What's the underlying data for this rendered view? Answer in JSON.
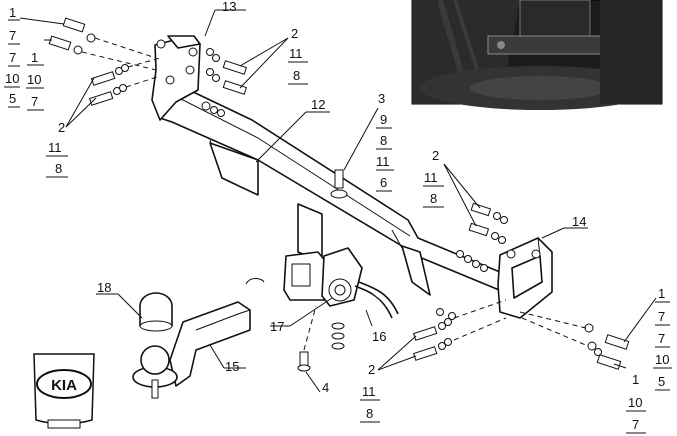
{
  "callouts": {
    "top_left_bolt_stack": [
      "1",
      "7",
      "7",
      "10",
      "5"
    ],
    "top_left_inner_stack": [
      "1",
      "10",
      "7"
    ],
    "left_group": [
      "2",
      "11",
      "8"
    ],
    "bracket_top": "13",
    "top_right_group": [
      "2",
      "11",
      "8"
    ],
    "beam": "12",
    "center_bolt_stack": [
      "3",
      "9",
      "8",
      "11",
      "6"
    ],
    "right_group": [
      "2",
      "11",
      "8"
    ],
    "bracket_right": "14",
    "right_bolt_stack": [
      "1",
      "7",
      "7",
      "10",
      "5"
    ],
    "right_bolt_inner_stack": [
      "1",
      "10",
      "7"
    ],
    "bottom_group": [
      "2",
      "11",
      "8"
    ],
    "ball_mount": "15",
    "socket_plate": "17",
    "wiring": "16",
    "ball_cover": "18",
    "bottom_bolt": "4"
  },
  "logo": {
    "text": "KIA"
  },
  "icons": {
    "photo": "vehicle-photo-icon",
    "logo": "kia-logo-icon"
  }
}
